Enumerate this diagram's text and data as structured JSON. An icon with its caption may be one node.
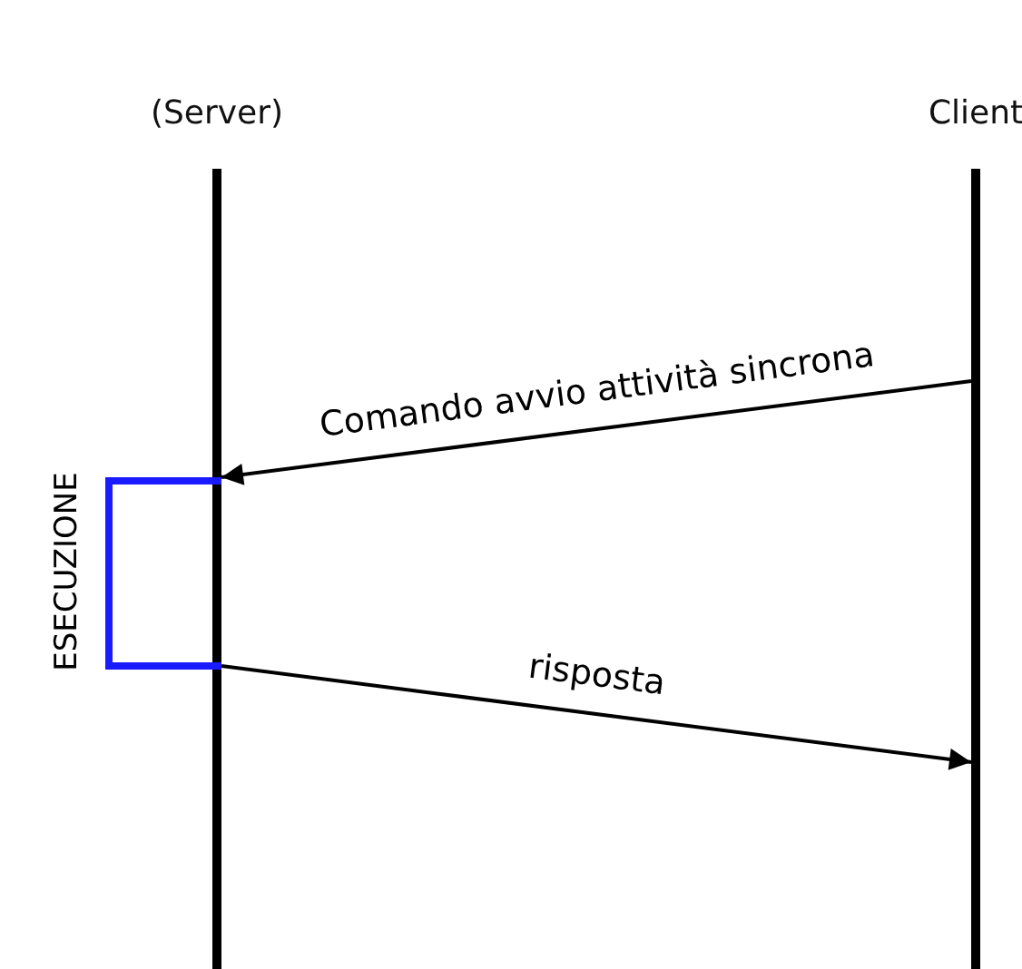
{
  "diagram": {
    "nodes": [
      {
        "text": [
          "(Server)"
        ]
      },
      {
        "text": [
          "Client"
        ]
      },
      {
        "text": [],
        "shape": "bracket",
        "beside": [
          "ESECUZIONE"
        ]
      }
    ],
    "edges": [
      {
        "from": 1,
        "to": 0,
        "arrow": "to",
        "label": "Comando avvio attività sincrona"
      },
      {
        "from": 0,
        "to": 1,
        "arrow": "to",
        "label": "risposta"
      }
    ]
  }
}
